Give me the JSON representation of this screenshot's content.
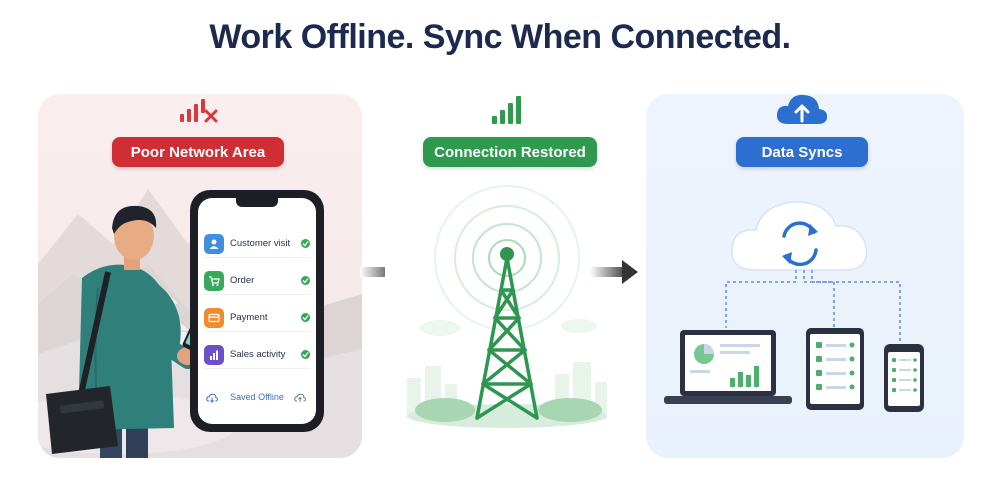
{
  "title": "Work Offline. Sync When Connected.",
  "left_panel": {
    "label": "Poor Network Area",
    "signal_icon": "signal-weak-x-icon",
    "tasks": [
      {
        "label": "Customer visit",
        "icon": "user-icon",
        "color": "#3f8fe0"
      },
      {
        "label": "Order",
        "icon": "cart-icon",
        "color": "#39a85a"
      },
      {
        "label": "Payment",
        "icon": "card-icon",
        "color": "#f28b2c"
      },
      {
        "label": "Sales activity",
        "icon": "bar-chart-icon",
        "color": "#6d4fc9"
      }
    ],
    "saved_label": "Saved Offline"
  },
  "mid_panel": {
    "label": "Connection Restored",
    "signal_icon": "signal-strong-icon"
  },
  "right_panel": {
    "label": "Data Syncs",
    "cloud_icon": "cloud-upload-icon"
  },
  "colors": {
    "red": "#cf2f34",
    "green": "#2e9a4d",
    "blue": "#2d6fd1",
    "title": "#1b2a4e"
  }
}
